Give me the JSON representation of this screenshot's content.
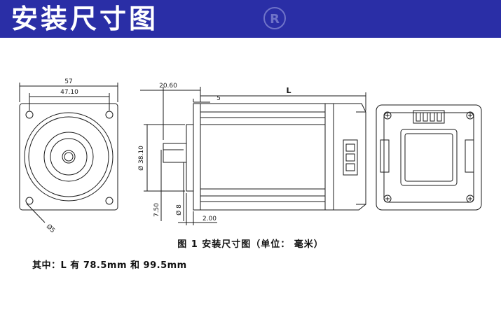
{
  "header": {
    "title": "安装尺寸图",
    "trademark_symbol": "R",
    "background_color": "#2a2ea6"
  },
  "drawing": {
    "dimensions": {
      "flange_width": "57",
      "hole_spacing": "47.10",
      "hole_diameter": "Ø5",
      "shaft_extension": "20.60",
      "step_length": "5",
      "body_length": "L",
      "pilot_diameter": "Ø 38.10",
      "key_height": "7.50",
      "shaft_diameter": "Ø 8",
      "pilot_depth": "2.00"
    }
  },
  "caption": "图 1 安装尺寸图（单位： 毫米）",
  "note": "其中：L 有 78.5mm 和 99.5mm"
}
